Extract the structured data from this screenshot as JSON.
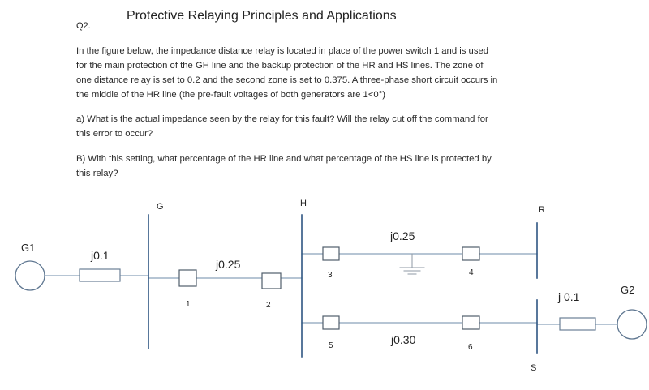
{
  "question": {
    "number": "Q2.",
    "title": "Protective Relaying Principles and Applications",
    "intro": [
      "In the figure below, the impedance distance relay is located in place of the power switch 1 and is used",
      "for the main protection of the GH line and the backup protection of the HR and HS lines. The zone of",
      "one distance relay is set to 0.2 and the second zone is set to 0.375. A three-phase short circuit occurs in",
      "the middle of the HR line (the pre-fault voltages of both generators are 1<0°)"
    ],
    "part_a": [
      "a) What is the actual impedance seen by the relay for this fault? Will the relay cut off the command for",
      "this error to occur?"
    ],
    "part_b": [
      "B) With this setting, what percentage of the HR line and what percentage of the HS line is protected by",
      "this relay?"
    ]
  },
  "diagram": {
    "buses": {
      "g": "G",
      "h": "H",
      "r": "R",
      "s": "S"
    },
    "generators": {
      "g1": "G1",
      "g2": "G2"
    },
    "impedances": {
      "gen1": "j0.1",
      "line_gh": "j0.25",
      "line_hr": "j0.25",
      "line_hs": "j0.30",
      "gen2": "j 0.1"
    },
    "breakers": {
      "b1": "1",
      "b2": "2",
      "b3": "3",
      "b4": "4",
      "b5": "5",
      "b6": "6"
    }
  }
}
